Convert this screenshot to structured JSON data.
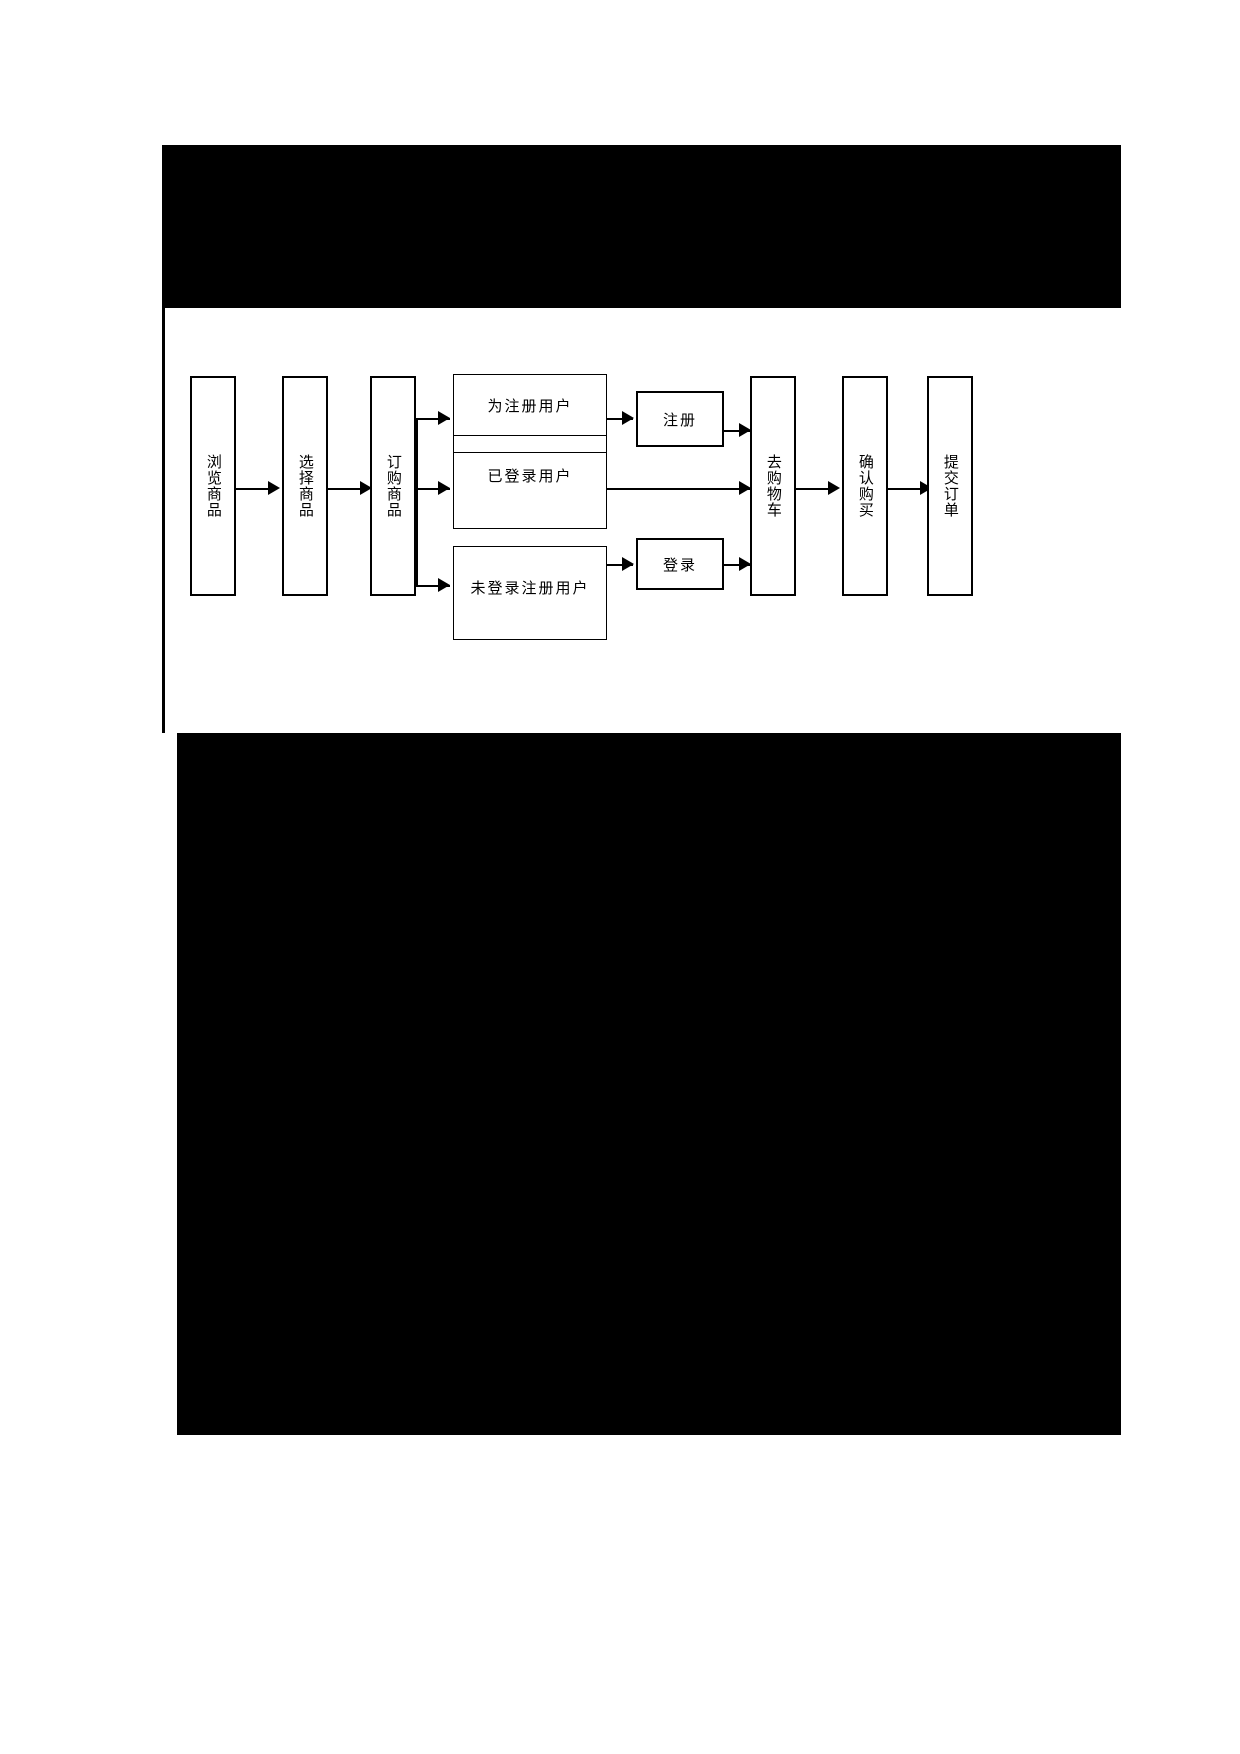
{
  "document": {
    "page_background": "#ffffff",
    "ink_color": "#000000",
    "redacted_blocks": [
      {
        "name": "top-redacted-block",
        "fill": "#000000"
      },
      {
        "name": "bottom-redacted-block",
        "fill": "#000000"
      }
    ]
  },
  "diagram": {
    "type": "flowchart",
    "orientation": "left-to-right",
    "nodes": [
      {
        "id": "browse",
        "label": "浏览商品",
        "writing": "vertical"
      },
      {
        "id": "select",
        "label": "选择商品",
        "writing": "vertical"
      },
      {
        "id": "order",
        "label": "订购商品",
        "writing": "vertical"
      },
      {
        "id": "unregistered",
        "label": "为注册用户",
        "writing": "horizontal"
      },
      {
        "id": "logged-in",
        "label": "已登录用户",
        "writing": "horizontal"
      },
      {
        "id": "not-logged-in",
        "label": "未登录注册用户",
        "writing": "horizontal"
      },
      {
        "id": "register",
        "label": "注册",
        "writing": "horizontal"
      },
      {
        "id": "login",
        "label": "登录",
        "writing": "horizontal"
      },
      {
        "id": "go-to-cart",
        "label": "去购物车",
        "writing": "vertical"
      },
      {
        "id": "confirm-buy",
        "label": "确认购买",
        "writing": "vertical"
      },
      {
        "id": "submit-order",
        "label": "提交订单",
        "writing": "vertical"
      }
    ],
    "edges": [
      {
        "from": "browse",
        "to": "select"
      },
      {
        "from": "select",
        "to": "order"
      },
      {
        "from": "order",
        "to": "unregistered"
      },
      {
        "from": "order",
        "to": "logged-in"
      },
      {
        "from": "order",
        "to": "not-logged-in"
      },
      {
        "from": "unregistered",
        "to": "register"
      },
      {
        "from": "register",
        "to": "go-to-cart"
      },
      {
        "from": "logged-in",
        "to": "go-to-cart"
      },
      {
        "from": "not-logged-in",
        "to": "login"
      },
      {
        "from": "login",
        "to": "go-to-cart"
      },
      {
        "from": "go-to-cart",
        "to": "confirm-buy"
      },
      {
        "from": "confirm-buy",
        "to": "submit-order"
      }
    ]
  }
}
